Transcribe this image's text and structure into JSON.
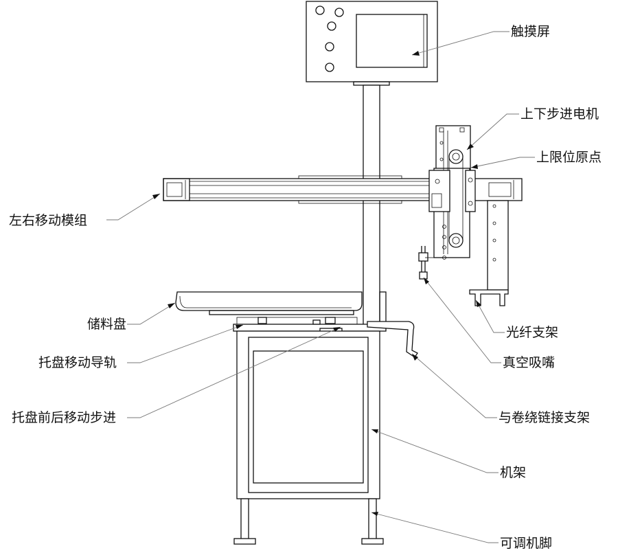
{
  "labels": {
    "touchscreen": "触摸屏",
    "updown_stepper_motor": "上下步进电机",
    "upper_limit_origin": "上限位原点",
    "left_right_module": "左右移动模组",
    "storage_tray": "储料盘",
    "fiber_bracket": "光纤支架",
    "tray_guide_rail": "托盘移动导轨",
    "vacuum_nozzle": "真空吸嘴",
    "tray_fb_stepper": "托盘前后移动步进",
    "winding_link_bracket": "与卷绕链接支架",
    "frame": "机架",
    "adjustable_feet": "可调机脚"
  }
}
